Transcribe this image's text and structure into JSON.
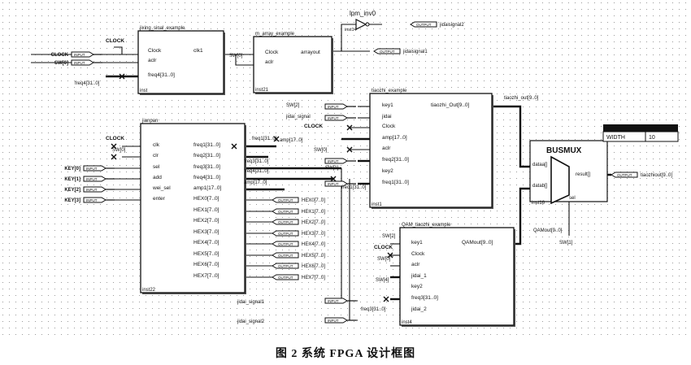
{
  "caption": "图 2  系统 FPGA 设计框图",
  "blocks": {
    "jsq": {
      "title": "jixing_sinal_example",
      "inst": "inst",
      "inputs": [
        "Clock",
        "aclr",
        "freq4[31..0]"
      ],
      "outputs": [
        "clk1"
      ]
    },
    "marray": {
      "title": "m_array_example",
      "inst": "inst21",
      "inputs": [
        "Clock",
        "aclr"
      ],
      "outputs": [
        "arrayout"
      ]
    },
    "lpm": {
      "title": "lpm_inv0",
      "inst": "inst14"
    },
    "tiaozhi": {
      "title": "tiaozhi_example",
      "inst": "inst1",
      "inputs": [
        "key1",
        "jidai",
        "Clock",
        "amp[17..0]",
        "aclr",
        "freq2[31..0]",
        "key2",
        "freq1[31..0]"
      ],
      "outputs": [
        "tiaozhi_Out[9..0]"
      ]
    },
    "jianpan": {
      "title": "jianpan",
      "inst": "inst22",
      "inputs": [
        "clk",
        "clr",
        "sel",
        "add",
        "wei_sel",
        "enter"
      ],
      "outputs": [
        "freq1[31..0]",
        "freq2[31..0]",
        "freq3[31..0]",
        "freq4[31..0]",
        "amp1[17..0]",
        "HEX0[7..0]",
        "HEX1[7..0]",
        "HEX2[7..0]",
        "HEX3[7..0]",
        "HEX4[7..0]",
        "HEX5[7..0]",
        "HEX6[7..0]",
        "HEX7[7..0]"
      ]
    },
    "qam": {
      "title": "QAM_tiaozhi_example",
      "inst": "inst4",
      "inputs": [
        "key1",
        "Clock",
        "aclr",
        "jidai_1",
        "key2",
        "freq3[31..0]",
        "jidai_2"
      ],
      "outputs": [
        "QAMout[9..0]"
      ]
    },
    "busmux": {
      "title": "BUSMUX",
      "inst": "inst16",
      "ports": [
        "dataa[]",
        "datab[]",
        "result[]",
        "sel"
      ]
    },
    "param": {
      "name": "WIDTH",
      "value": "10"
    }
  },
  "pins": {
    "inputs": [
      "CLOCK",
      "SW[0]",
      "KEY[0]",
      "KEY[1]",
      "KEY[2]",
      "KEY[3]"
    ],
    "input_tag": "INPUT",
    "output_tag": "OUTPUT",
    "outputs": [
      "jidaisignal2",
      "jidaisignal1",
      "tiaozhiout[9..0]"
    ],
    "hex_outputs": [
      "HEX0[7..0]",
      "HEX1[7..0]",
      "HEX2[7..0]",
      "HEX3[7..0]",
      "HEX4[7..0]",
      "HEX5[7..0]",
      "HEX6[7..0]",
      "HEX7[7..0]"
    ],
    "signals_in": [
      "jidai_signal1",
      "jidai_signal2"
    ]
  },
  "nets": {
    "clock": "CLOCK",
    "sw0": "SW[0]",
    "sw1": "SW[1]",
    "sw2": "SW[2]",
    "sw3": "SW[3]",
    "sw4": "SW[4]",
    "freq1": "freq1[31..0]",
    "freq2": "freq2[31..0]",
    "freq3": "freq3[31..0]",
    "freq4": "freq4[31..0]",
    "amp": "amp[17..0]",
    "jidai_signal": "jidai_signal",
    "tiaozhi_out": "tiaozhi_out[9..0]",
    "qamout": "QAMout[9..0]"
  }
}
